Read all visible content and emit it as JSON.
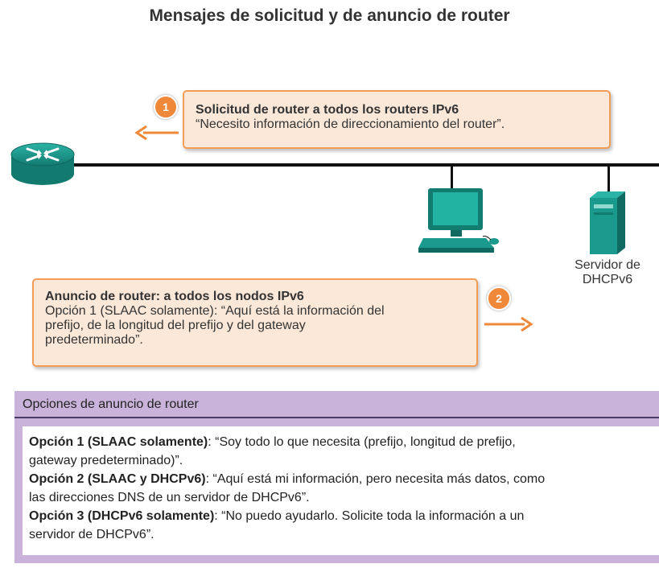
{
  "title": "Mensajes de solicitud y de anuncio de router",
  "step1": {
    "badge": "1",
    "heading": "Solicitud de router a todos los routers IPv6",
    "text": "“Necesito información de direccionamiento del router”."
  },
  "step2": {
    "badge": "2",
    "heading": "Anuncio de router: a todos los nodos IPv6",
    "line1": "Opción 1 (SLAAC solamente): “Aquí está la información del",
    "line2": "prefijo, de la longitud del prefijo y del gateway",
    "line3": "predeterminado”."
  },
  "server_label": {
    "line1": "Servidor de",
    "line2": "DHCPv6"
  },
  "options_panel": {
    "title": "Opciones de anuncio de router",
    "option1_label": "Opción 1 (SLAAC solamente)",
    "option1_text_a": ": “Soy todo lo que necesita (prefijo, longitud de prefijo,",
    "option1_text_b": "gateway predeterminado)”.",
    "option2_label": "Opción 2 (SLAAC y DHCPv6)",
    "option2_text_a": ": “Aquí está mi información, pero necesita más datos, como",
    "option2_text_b": "las direcciones DNS de un servidor de DHCPv6”.",
    "option3_label": "Opción 3 (DHCPv6 solamente)",
    "option3_text_a": ": “No puedo ayudarlo. Solicite toda la información a un",
    "option3_text_b": "servidor de DHCPv6”."
  },
  "colors": {
    "callout_fill": "#fbe8d9",
    "callout_border": "#f39c55",
    "badge": "#f0883a",
    "device": "#1e9c8f",
    "panel": "#c9b3da"
  },
  "icons": [
    "router-icon",
    "pc-icon",
    "server-icon",
    "arrow-left-icon",
    "arrow-right-icon"
  ]
}
